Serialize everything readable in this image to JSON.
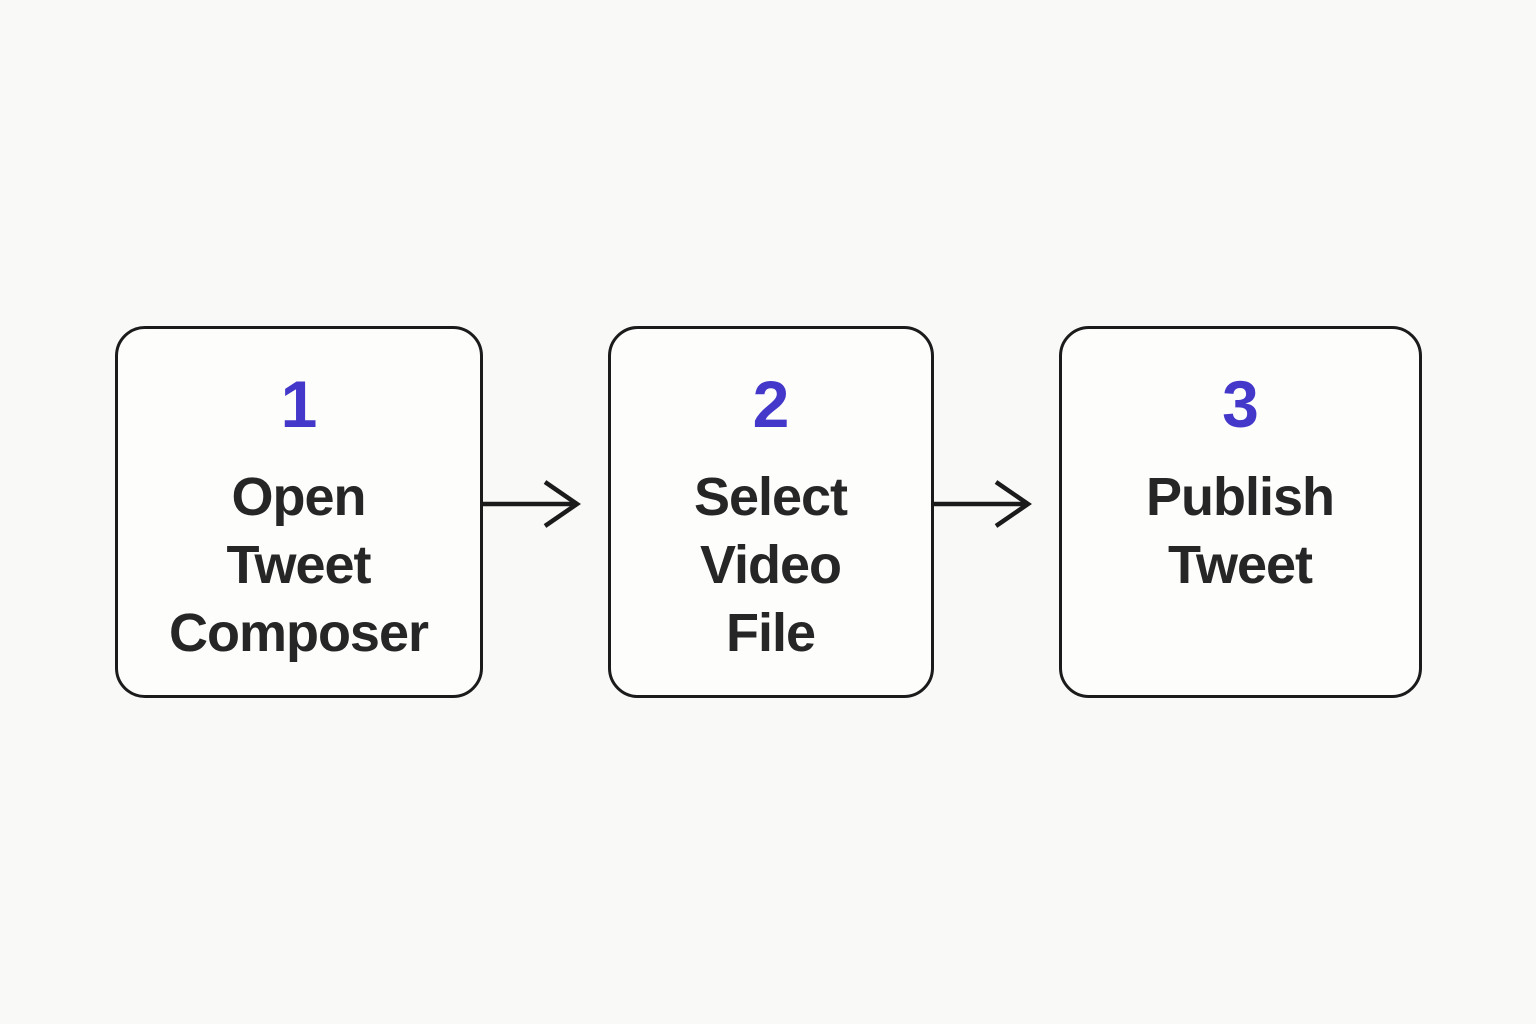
{
  "page": {
    "background_color": "#f9f9f7"
  },
  "diagram": {
    "type": "flowchart",
    "direction": "left-to-right",
    "box_fill_color": "#fdfdfc",
    "box_border_color": "#1b1b1b",
    "number_color": "#4338ca",
    "label_color": "#262626",
    "arrow_color": "#1b1b1b",
    "arrow_style": "chevron-right",
    "steps": [
      {
        "number": "1",
        "label": "Open Tweet Composer",
        "lines": [
          "Open",
          "Tweet",
          "Composer"
        ]
      },
      {
        "number": "2",
        "label": "Select Video File",
        "lines": [
          "Select",
          "Video",
          "File"
        ]
      },
      {
        "number": "3",
        "label": "Publish Tweet",
        "lines": [
          "Publish",
          "Tweet"
        ]
      }
    ]
  }
}
